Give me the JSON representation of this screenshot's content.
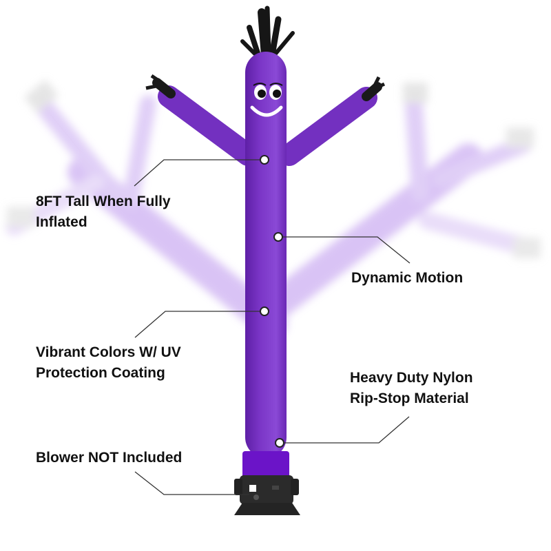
{
  "product": {
    "name": "inflatable-tube-man",
    "color": "#7a35c6",
    "highlight": "#9a5ce0",
    "shadow": "#5e1fa6",
    "ghost_color": "#c9a8f2",
    "base_color": "#2b2b2b"
  },
  "callouts": {
    "tall": [
      "8FT Tall When Fully",
      "Inflated"
    ],
    "motion": [
      "Dynamic Motion"
    ],
    "colors": [
      "Vibrant Colors W/ UV",
      "Protection Coating"
    ],
    "material": [
      "Heavy Duty Nylon",
      "Rip-Stop Material"
    ],
    "blower": [
      "Blower NOT Included"
    ]
  }
}
